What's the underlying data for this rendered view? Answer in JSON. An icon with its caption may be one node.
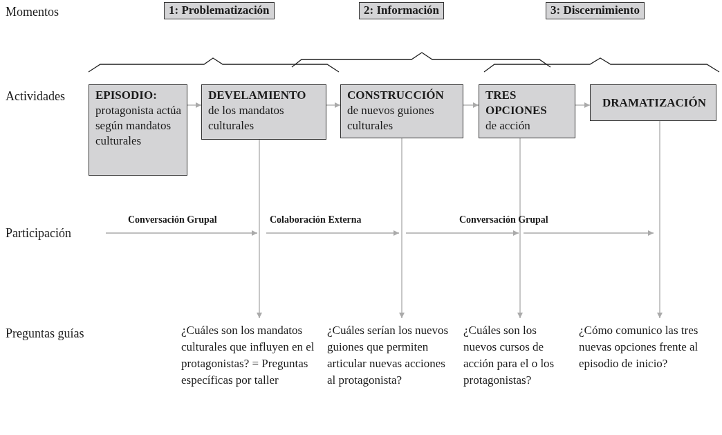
{
  "diagram": {
    "nodes": [
      {
        "text": [
          "EPISODIO:",
          "protagonista actúa según mandatos culturales"
        ]
      },
      {
        "text": [
          "DEVELAMIENTO",
          "de los mandatos culturales"
        ]
      },
      {
        "text": [
          "CONSTRUCCIÓN",
          "de nuevos guiones culturales"
        ]
      },
      {
        "text": [
          "TRES OPCIONES",
          "de acción"
        ]
      },
      {
        "text": [
          "DRAMATIZACIÓN"
        ]
      },
      {
        "text": [
          "1: Problematización"
        ]
      },
      {
        "text": [
          "2: Información"
        ]
      },
      {
        "text": [
          "3: Discernimiento"
        ]
      },
      {
        "text": [
          "¿Cuáles son los mandatos culturales que influyen en el protagonistas? = Preguntas específicas por taller"
        ]
      },
      {
        "text": [
          "¿Cuáles serían los nuevos guiones que permiten articular nuevas acciones al protagonista?"
        ]
      },
      {
        "text": [
          "¿Cuáles son los nuevos cursos de acción para el o los protagonistas?"
        ]
      },
      {
        "text": [
          "¿Cómo comunico las tres nuevas opciones frente al episodio de inicio?"
        ]
      }
    ],
    "edges": [
      {
        "from": 0,
        "to": 1,
        "arrow": "to"
      },
      {
        "from": 1,
        "to": 2,
        "arrow": "to"
      },
      {
        "from": 2,
        "to": 3,
        "arrow": "to"
      },
      {
        "from": 3,
        "to": 4,
        "arrow": "to"
      },
      {
        "from": 1,
        "to": 8,
        "arrow": "to"
      },
      {
        "from": 2,
        "to": 9,
        "arrow": "to"
      },
      {
        "from": 3,
        "to": 10,
        "arrow": "to"
      },
      {
        "from": 4,
        "to": 11,
        "arrow": "to"
      }
    ],
    "labels": [
      "Momentos",
      "Actividades",
      "Conversación Grupal",
      "Colaboración Externa",
      "Conversación Grupal",
      "Participación",
      "Preguntas guías"
    ]
  }
}
